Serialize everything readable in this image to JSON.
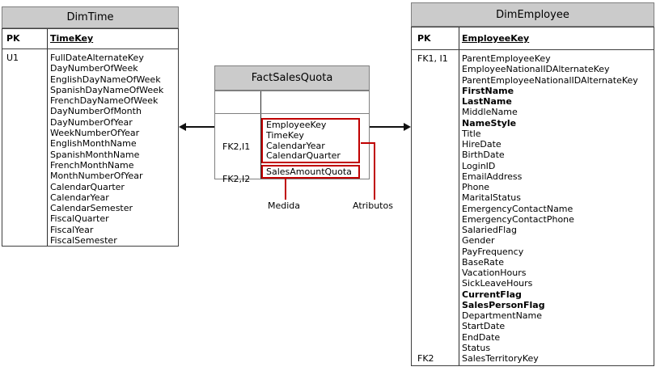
{
  "tables": {
    "dim_time": {
      "title": "DimTime",
      "pk_label": "PK",
      "pk_field": "TimeKey",
      "key_label": "U1",
      "fields": [
        "FullDateAlternateKey",
        "DayNumberOfWeek",
        "EnglishDayNameOfWeek",
        "SpanishDayNameOfWeek",
        "FrenchDayNameOfWeek",
        "DayNumberOfMonth",
        "DayNumberOfYear",
        "WeekNumberOfYear",
        "EnglishMonthName",
        "SpanishMonthName",
        "FrenchMonthName",
        "MonthNumberOfYear",
        "CalendarQuarter",
        "CalendarYear",
        "CalendarSemester",
        "FiscalQuarter",
        "FiscalYear",
        "FiscalSemester"
      ]
    },
    "fact_sales_quota": {
      "title": "FactSalesQuota",
      "key_labels": [
        "FK2,I1",
        "FK2,I2"
      ],
      "attributes": [
        "EmployeeKey",
        "TimeKey",
        "CalendarYear",
        "CalendarQuarter"
      ],
      "measure": "SalesAmountQuota"
    },
    "dim_employee": {
      "title": "DimEmployee",
      "pk_label": "PK",
      "pk_field": "EmployeeKey",
      "key_label_top": "FK1, I1",
      "key_label_bottom": "FK2",
      "fields": [
        "ParentEmployeeKey",
        "EmployeeNationalIDAlternateKey",
        "ParentEmployeeNationalIDAlternateKey",
        "FirstName",
        "LastName",
        "MiddleName",
        "NameStyle",
        "Title",
        "HireDate",
        "BirthDate",
        "LoginID",
        "EmailAddress",
        "Phone",
        "MaritalStatus",
        "EmergencyContactName",
        "EmergencyContactPhone",
        "SalariedFlag",
        "Gender",
        "PayFrequency",
        "BaseRate",
        "VacationHours",
        "SickLeaveHours",
        "CurrentFlag",
        "SalesPersonFlag",
        "DepartmentName",
        "StartDate",
        "EndDate",
        "Status",
        "SalesTerritoryKey"
      ],
      "bold_fields": [
        "FirstName",
        "LastName",
        "NameStyle",
        "CurrentFlag",
        "SalesPersonFlag"
      ]
    }
  },
  "callouts": {
    "measure_label": "Medida",
    "attributes_label": "Atributos"
  },
  "colors": {
    "header_fill": "#cbcbcb",
    "header_border": "#7f7f7f",
    "table_border": "#3f3f3f",
    "highlight_red": "#c00000",
    "connector": "#111111"
  }
}
